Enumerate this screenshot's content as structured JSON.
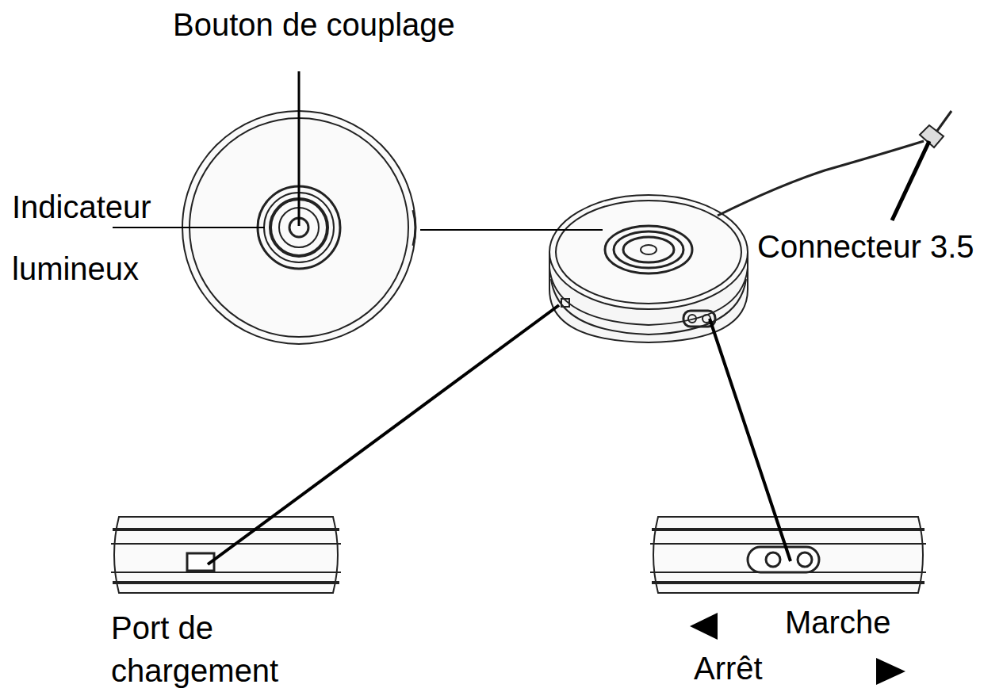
{
  "diagram": {
    "labels": [
      "Bouton de couplage",
      "Indicateur lumineux",
      "Connecteur 3.5",
      "Port de chargement",
      "Marche",
      "Arrêt"
    ]
  }
}
